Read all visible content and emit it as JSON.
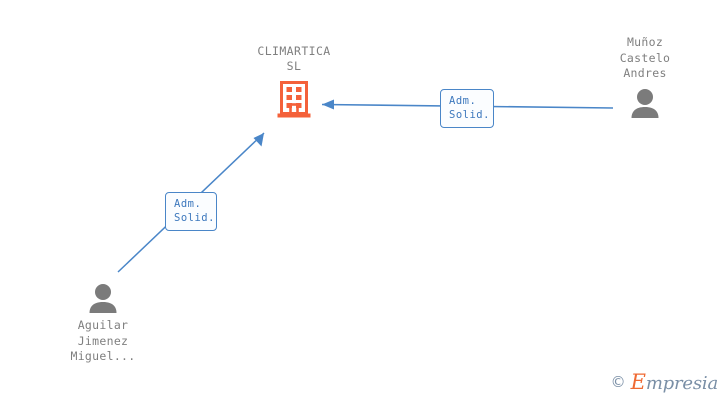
{
  "diagram": {
    "type": "org-relationship-graph",
    "background_color": "#ffffff",
    "company": {
      "name": "CLIMARTICA\nSL",
      "icon": "building-icon",
      "icon_color": "#f4613a"
    },
    "persons": [
      {
        "id": "person-right",
        "name": "Muñoz\nCastelo\nAndres",
        "icon": "person-icon",
        "icon_color": "#7b7b7b",
        "label_position": "above"
      },
      {
        "id": "person-left",
        "name": "Aguilar\nJimenez\nMiguel...",
        "icon": "person-icon",
        "icon_color": "#7b7b7b",
        "label_position": "below"
      }
    ],
    "relations": [
      {
        "id": "rel-right",
        "label": "Adm.\nSolid.",
        "from": "person-right",
        "to": "company",
        "line_color": "#4a86c8",
        "arrow": "left"
      },
      {
        "id": "rel-left",
        "label": "Adm.\nSolid.",
        "from": "person-left",
        "to": "company",
        "line_color": "#4a86c8",
        "arrow": "up-right"
      }
    ]
  },
  "watermark": {
    "copyright": "©",
    "brand_initial": "E",
    "brand_rest": "mpresia",
    "brand_color": "#ef6a33",
    "text_color": "#7a8fa6"
  }
}
